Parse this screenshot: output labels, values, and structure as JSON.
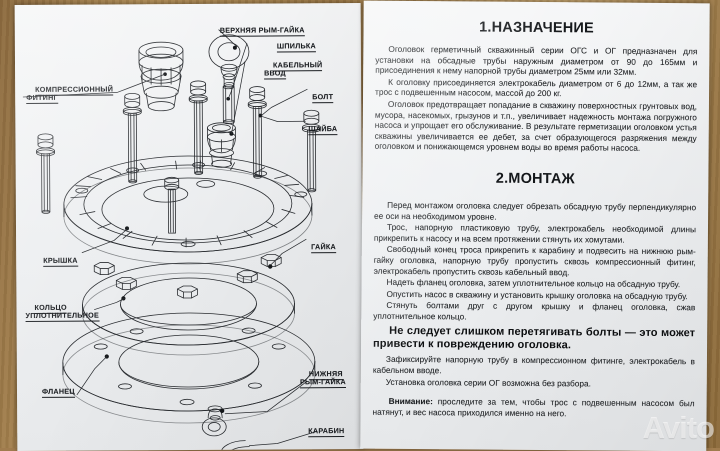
{
  "document": {
    "type": "printed-manual-spread",
    "watermark": "Avito"
  },
  "left_page": {
    "title": "exploded-assembly-diagram",
    "labels": [
      {
        "id": "kompressionnyy-fiting",
        "text": "КОМПРЕССИОННЫЙ\nФИТИНГ"
      },
      {
        "id": "verhnyaya-rym-gayka",
        "text": "ВЕРХНЯЯ РЫМ-ГАЙКА"
      },
      {
        "id": "shpilka",
        "text": "ШПИЛЬКА"
      },
      {
        "id": "kabelnyy-vvod",
        "text": "КАБЕЛЬНЫЙ\nВВОД"
      },
      {
        "id": "bolt",
        "text": "БОЛТ"
      },
      {
        "id": "shayba",
        "text": "ШАЙБА"
      },
      {
        "id": "kryshka",
        "text": "КРЫШКА"
      },
      {
        "id": "gayka",
        "text": "ГАЙКА"
      },
      {
        "id": "kolco-uplotnitelnoe",
        "text": "КОЛЬЦО\nУПЛОТНИТЕЛЬНОЕ"
      },
      {
        "id": "flanec",
        "text": "ФЛАНЕЦ"
      },
      {
        "id": "nizhnyaya-rym-gayka",
        "text": "НИЖНЯЯ\nРЫМ-ГАЙКА"
      },
      {
        "id": "karabin",
        "text": "КАРАБИН"
      }
    ]
  },
  "right_page": {
    "section1": {
      "heading": "1.НАЗНАЧЕНИЕ",
      "paragraphs": [
        "Оголовок герметичный скважинный серии ОГС и ОГ предназначен для установки на обсадные трубы наружным диаметром от 90 до 165мм и присоединения к нему напорной трубы диаметром 25мм или 32мм.",
        "К оголовку присоединяется электрокабель диаметром от 6 до 12мм, а так же трос с подвешенным насосом, массой  до 200 кг.",
        "Оголовок предотвращает попадание в скважину поверхностных грунтовых вод, мусора, насекомых, грызунов и т.п., увеличивает надежность монтажа погружного насоса и упрощает его обслуживание. В результате герметизации оголовком устья скважины  увеличивается ее дебет, за счет образующегося разряжения между оголовком и понижающемся уровнем воды во время работы насоса."
      ]
    },
    "section2": {
      "heading": "2.МОНТАЖ",
      "paragraphs": [
        "Перед монтажом оголовка следует обрезать обсадную трубу перпендикулярно ее оси на необходимом уровне.",
        "Трос, напорную пластиковую трубу, электрокабель необходимой длины прикрепить к насосу и на всем протяжении стянуть их хомутами.",
        "Свободный конец троса прикрепить к карабину и подвесить на нижнюю рым-гайку оголовка, напорную трубу пропустить сквозь компрессионный фитинг, электрокабель пропустить сквозь кабельный ввод.",
        "Надеть фланец оголовка, затем уплотнительное кольцо на обсадную трубу.",
        "Опустить насос в скважину и установить крышку оголовка на обсадную трубу.",
        "Стянуть болтами друг с другом крышку и фланец оголовка, сжав уплотнительное кольцо."
      ],
      "warning_bold": "Не следует слишком перетягивать болты — это может привести к повреждению оголовка.",
      "paragraphs_after": [
        "Зафиксируйте напорную трубу в компрессионном фитинге, электрокабель в кабельном вводе.",
        "Установка оголовка серии ОГ возможна без разбора."
      ],
      "attention_label": "Внимание:",
      "attention_text": " проследите за тем, чтобы трос с подвешенным насосом был натянут, и вес насоса приходился именно на него."
    }
  }
}
